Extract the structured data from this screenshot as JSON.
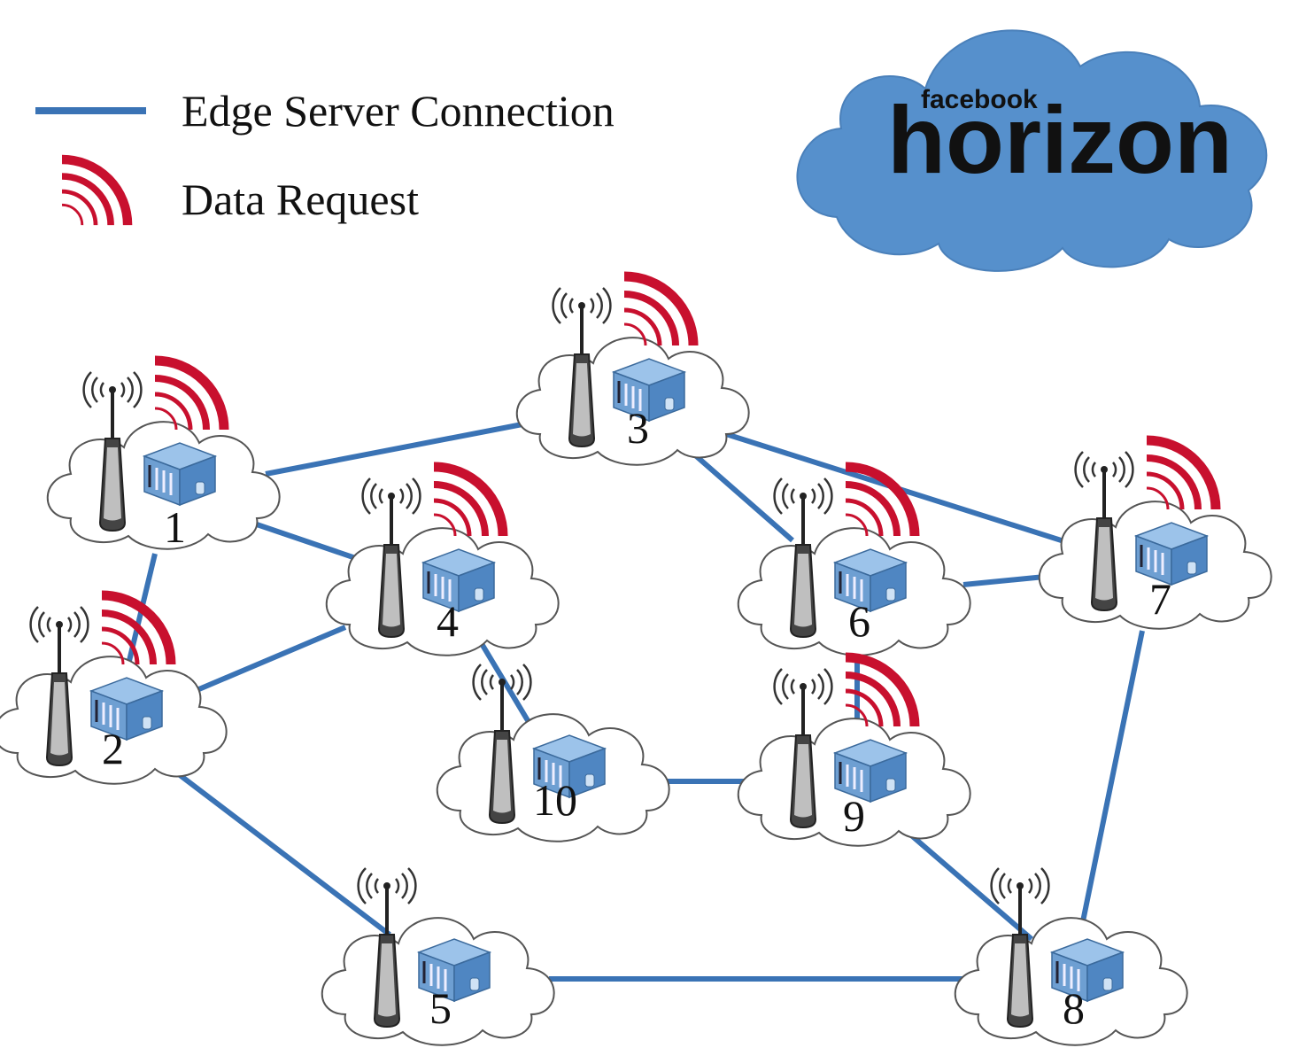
{
  "legend": {
    "connection_label": "Edge Server Connection",
    "request_label": "Data Request"
  },
  "cloud_logo": {
    "small_text": "facebook",
    "big_text": "horizon"
  },
  "colors": {
    "connection": "#3a73b5",
    "request": "#c8102e",
    "cloud_fill": "#5690cc",
    "small_cloud_stroke": "#555555"
  },
  "nodes": [
    {
      "id": "1",
      "label": "1",
      "data_request": true
    },
    {
      "id": "2",
      "label": "2",
      "data_request": true
    },
    {
      "id": "3",
      "label": "3",
      "data_request": true
    },
    {
      "id": "4",
      "label": "4",
      "data_request": true
    },
    {
      "id": "5",
      "label": "5",
      "data_request": false
    },
    {
      "id": "6",
      "label": "6",
      "data_request": true
    },
    {
      "id": "7",
      "label": "7",
      "data_request": true
    },
    {
      "id": "8",
      "label": "8",
      "data_request": false
    },
    {
      "id": "9",
      "label": "9",
      "data_request": true
    },
    {
      "id": "10",
      "label": "10",
      "data_request": false
    }
  ],
  "edges": [
    [
      "1",
      "3"
    ],
    [
      "1",
      "4"
    ],
    [
      "1",
      "2"
    ],
    [
      "2",
      "4"
    ],
    [
      "2",
      "5"
    ],
    [
      "3",
      "6"
    ],
    [
      "3",
      "7"
    ],
    [
      "4",
      "10"
    ],
    [
      "6",
      "7"
    ],
    [
      "6",
      "9"
    ],
    [
      "7",
      "8"
    ],
    [
      "10",
      "9"
    ],
    [
      "9",
      "8"
    ],
    [
      "5",
      "8"
    ]
  ]
}
